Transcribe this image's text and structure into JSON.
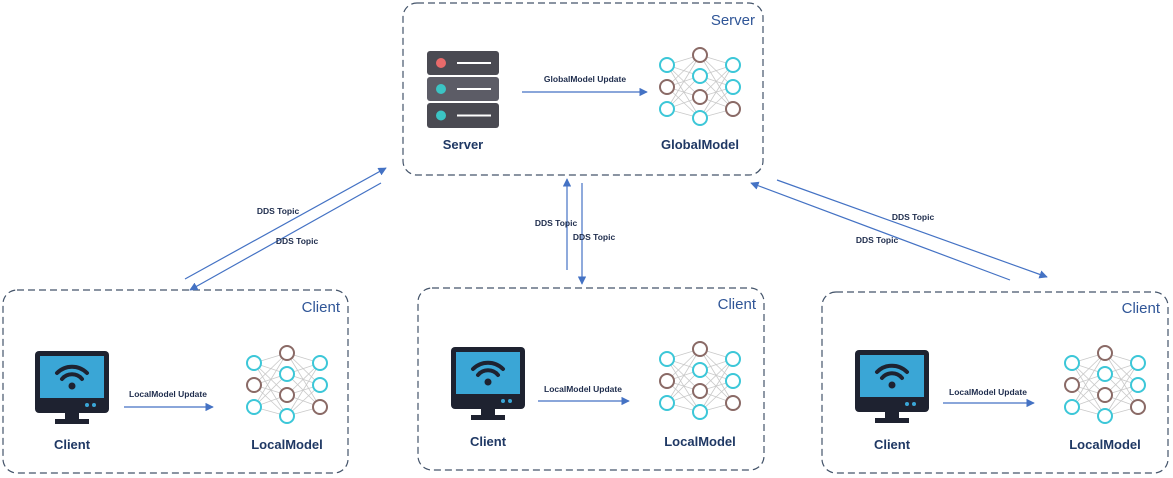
{
  "server": {
    "box_title": "Server",
    "server_label": "Server",
    "model_label": "GlobalModel",
    "update_label": "GlobalModel Update"
  },
  "clients": [
    {
      "box_title": "Client",
      "client_label": "Client",
      "model_label": "LocalModel",
      "update_label": "LocalModel Update"
    },
    {
      "box_title": "Client",
      "client_label": "Client",
      "model_label": "LocalModel",
      "update_label": "LocalModel Update"
    },
    {
      "box_title": "Client",
      "client_label": "Client",
      "model_label": "LocalModel",
      "update_label": "LocalModel Update"
    }
  ],
  "links": [
    {
      "up_label": "DDS Topic",
      "down_label": "DDS Topic"
    },
    {
      "up_label": "DDS Topic",
      "down_label": "DDS Topic"
    },
    {
      "up_label": "DDS Topic",
      "down_label": "DDS Topic"
    }
  ],
  "colors": {
    "arrow": "#4472c4",
    "box_border": "#44546a",
    "box_title": "#2f5597",
    "label": "#1f3864",
    "neuron_cyan": "#3cc7d8",
    "neuron_brown": "#8a6a66",
    "server_rack": "#4a4a52",
    "monitor_frame": "#1e2230",
    "monitor_screen": "#3aa6d6"
  },
  "icons": {
    "server": "server-rack-icon",
    "client": "monitor-wifi-icon",
    "model": "neural-network-icon"
  }
}
